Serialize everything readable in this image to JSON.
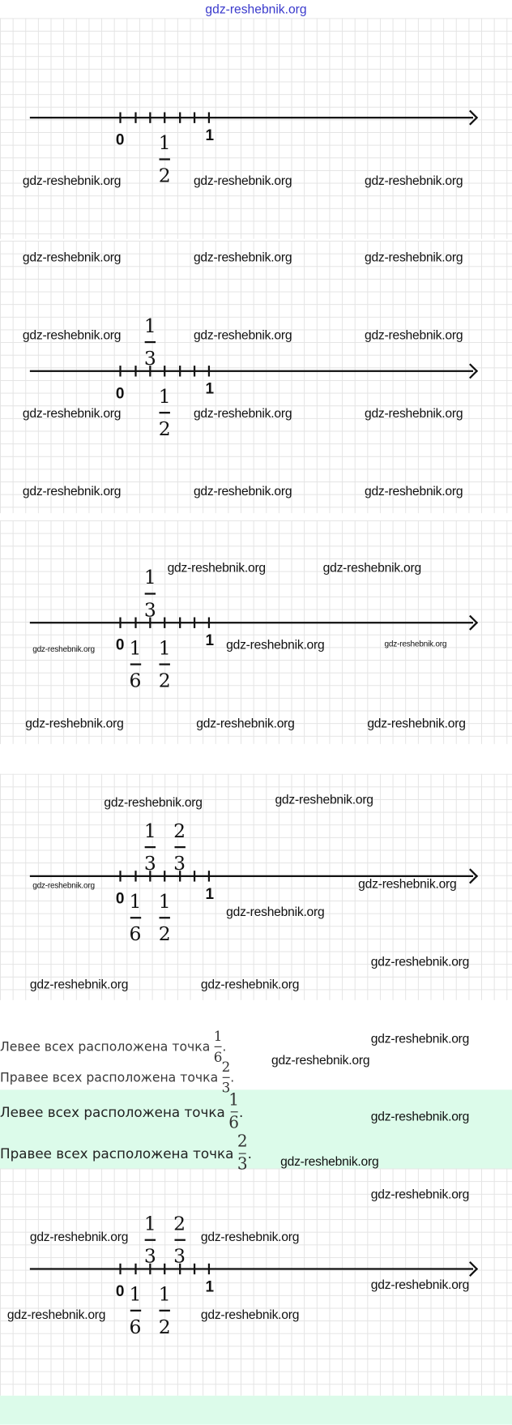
{
  "header": {
    "watermark": "gdz-reshebnik.org"
  },
  "watermark": "gdz-reshebnik.org",
  "axis_labels": {
    "zero": "0",
    "one": "1"
  },
  "fractions": {
    "half": {
      "num": "1",
      "den": "2"
    },
    "third": {
      "num": "1",
      "den": "3"
    },
    "two_thirds": {
      "num": "2",
      "den": "3"
    },
    "sixth": {
      "num": "1",
      "den": "6"
    }
  },
  "answer": {
    "left_text": "Левее всех расположена точка",
    "right_text": "Правее всех расположена точка",
    "left_frac": {
      "num": "1",
      "den": "6"
    },
    "right_frac": {
      "num": "2",
      "den": "3"
    },
    "period": "."
  }
}
